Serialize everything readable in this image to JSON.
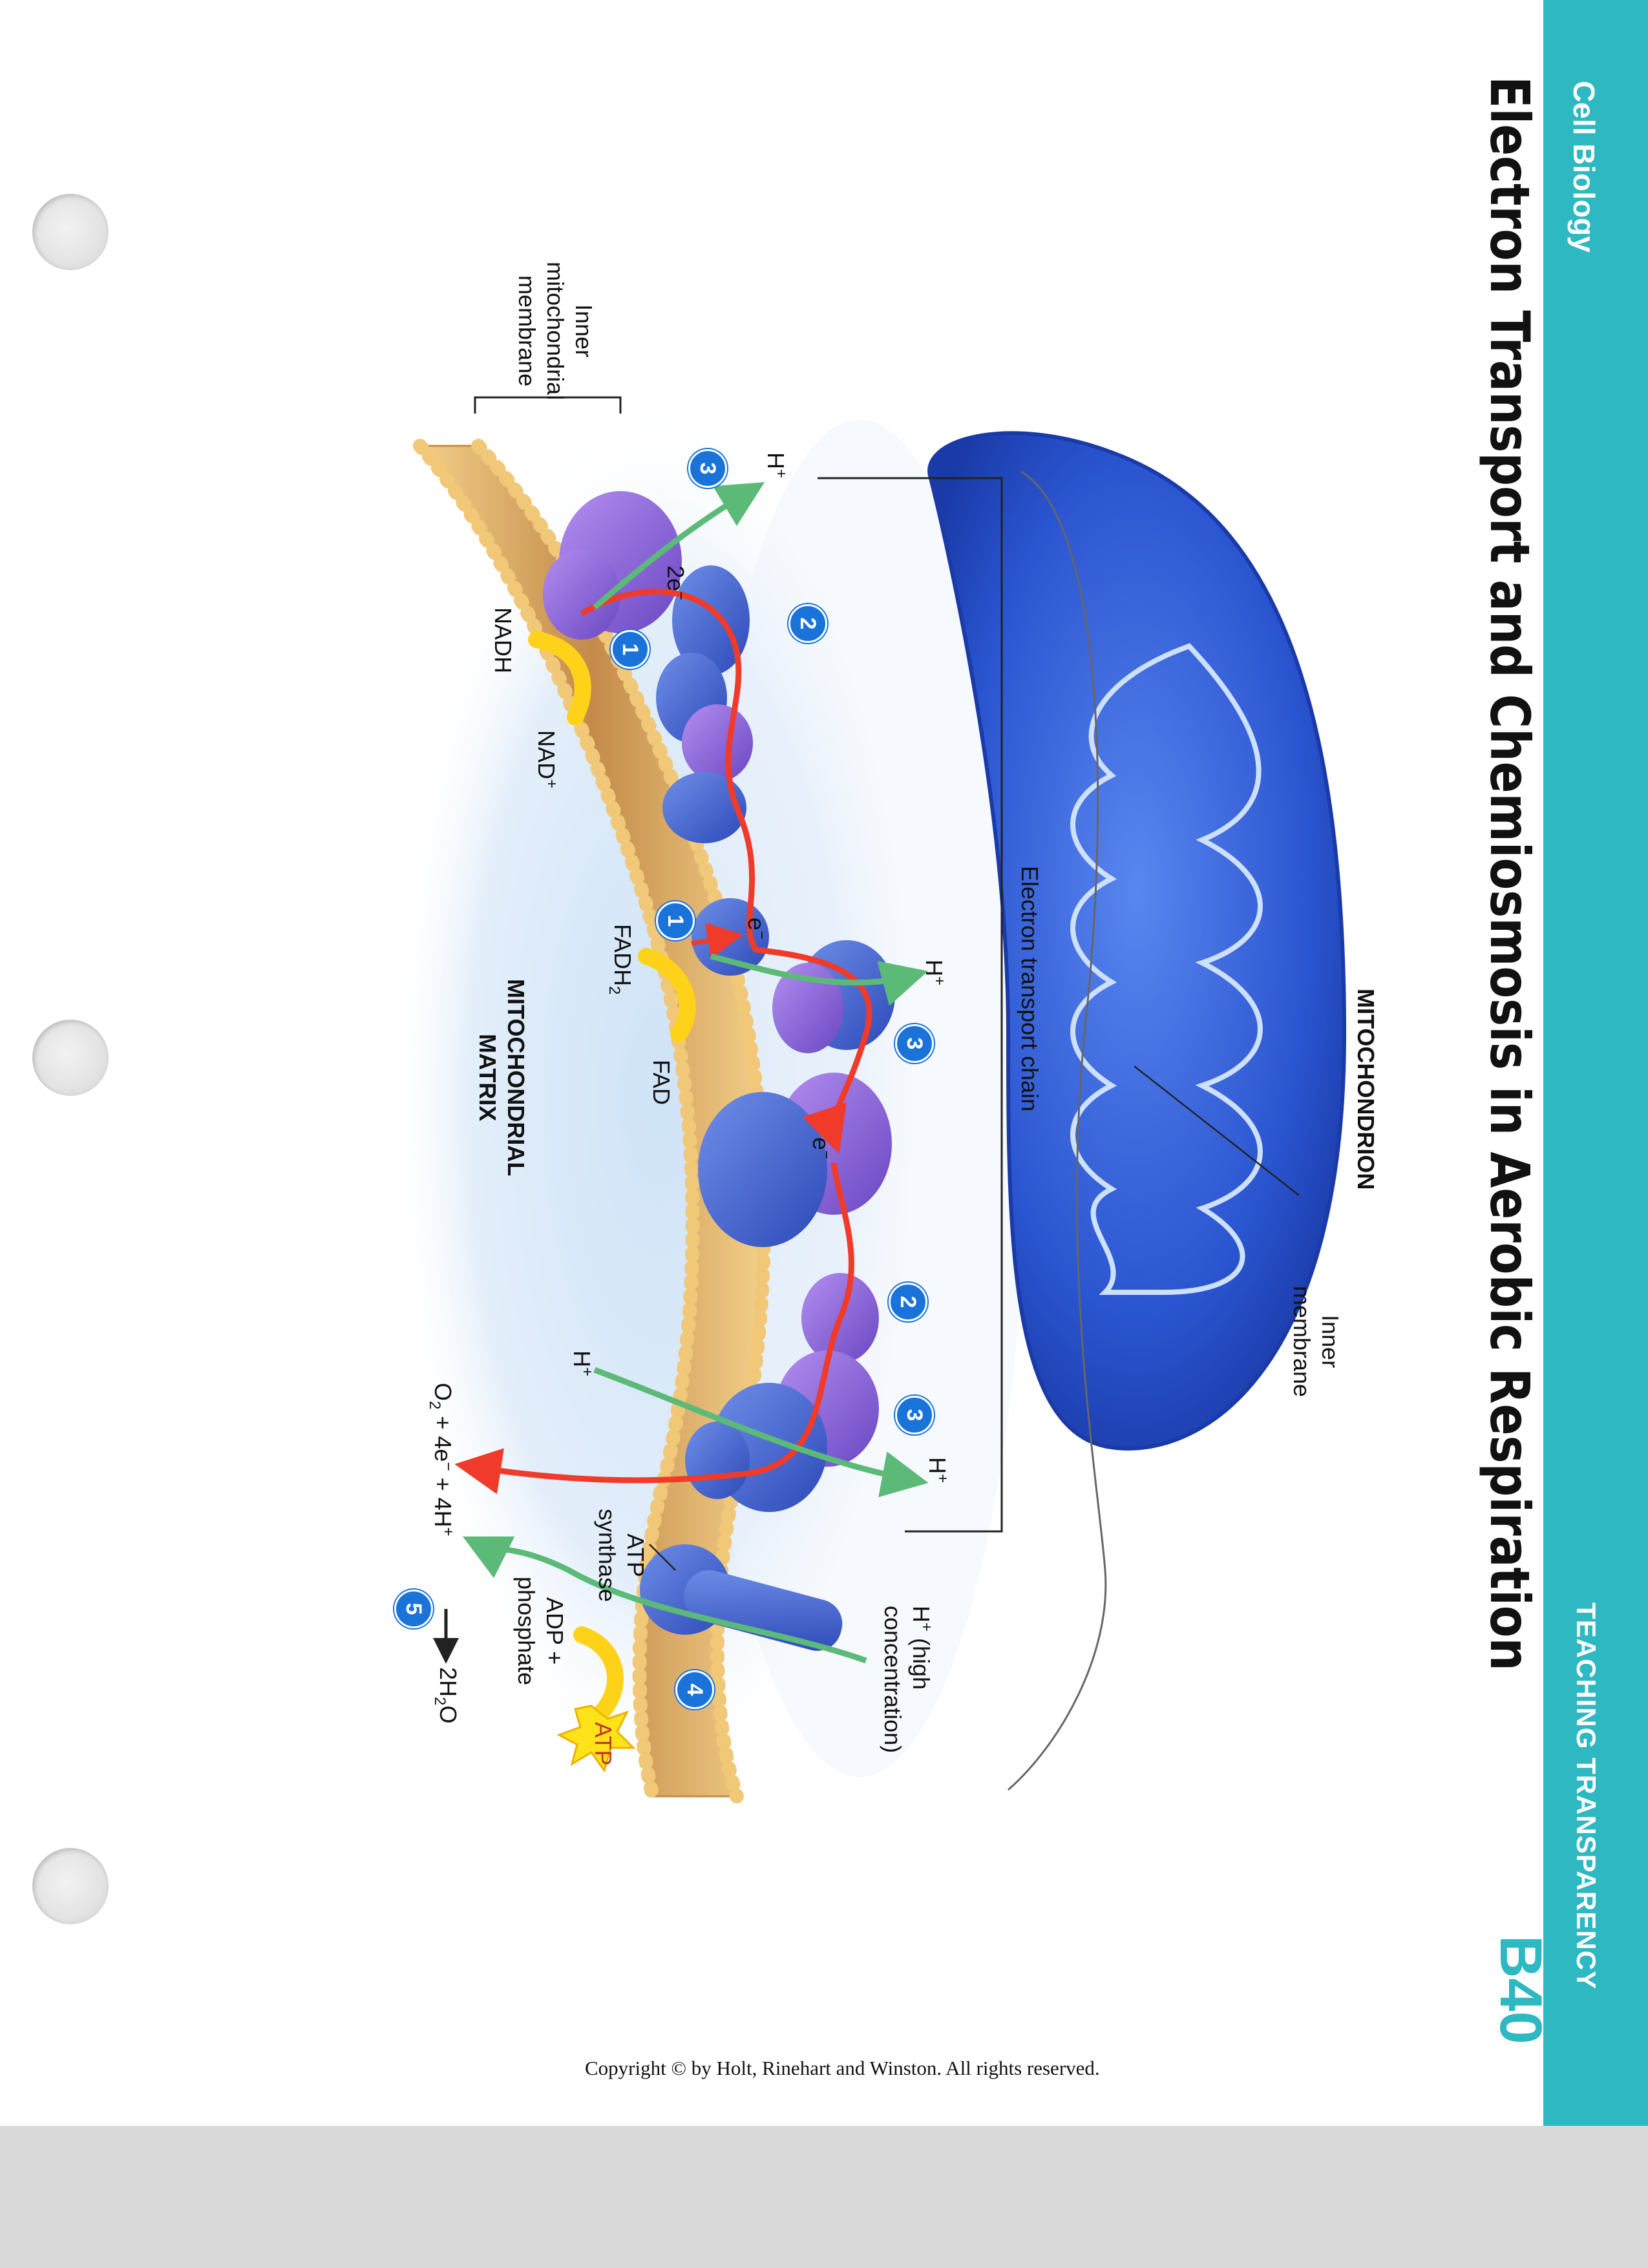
{
  "header": {
    "section": "Cell Biology",
    "teaching": "TEACHING TRANSPARENCY",
    "code": "B40",
    "title": "Electron Transport and Chemiosmosis in Aerobic Respiration"
  },
  "labels": {
    "mitochondrion": "MITOCHONDRION",
    "inner_membrane": [
      "Inner",
      "membrane"
    ],
    "inner_mito_membrane": [
      "Inner",
      "mitochondrial",
      "membrane"
    ],
    "electron_transport_chain": "Electron transport chain",
    "matrix": [
      "MITOCHONDRIAL",
      "MATRIX"
    ],
    "nadh": "NADH",
    "nad": "NAD",
    "fadh2": "FADH",
    "fad": "FAD",
    "two_e": "2e",
    "e1": "e",
    "e2": "e",
    "h_plus": "H",
    "h_high": [
      "H",
      "(high",
      "concentration)"
    ],
    "atp_synthase": [
      "ATP",
      "synthase"
    ],
    "adp_phosphate": [
      "ADP +",
      "phosphate"
    ],
    "atp": "ATP",
    "equation_left": "O",
    "equation_mid": " + 4e",
    "equation_mid2": " + 4H",
    "equation_right": "2H",
    "equation_right_o": "O"
  },
  "step_numbers": [
    "1",
    "2",
    "3",
    "1",
    "3",
    "2",
    "3",
    "4",
    "5"
  ],
  "colors": {
    "teal": "#2db8c2",
    "step_badge": "#1a73d9",
    "electron_arrow": "#f03a2a",
    "proton_arrow": "#5cba78",
    "cofactor_arrow": "#ffd21a",
    "protein_blue": "#3f5fc8",
    "protein_purple": "#7f5fd0",
    "membrane_tan": "#d9a86a"
  },
  "copyright": "Copyright © by Holt, Rinehart and Winston. All rights reserved."
}
